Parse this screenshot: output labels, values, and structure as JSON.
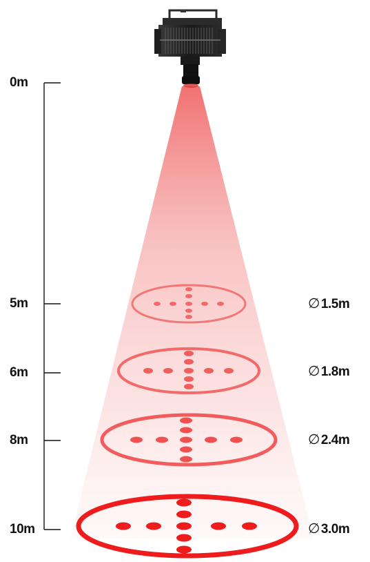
{
  "diagram": {
    "distance_labels": [
      "0m",
      "5m",
      "6m",
      "8m",
      "10m"
    ],
    "diameter_symbol": "∅",
    "spots": [
      {
        "distance": "5m",
        "diameter": "1.5m"
      },
      {
        "distance": "6m",
        "diameter": "1.8m"
      },
      {
        "distance": "8m",
        "diameter": "2.4m"
      },
      {
        "distance": "10m",
        "diameter": "3.0m"
      }
    ],
    "colors": {
      "beam": "#f05a5a",
      "spot": "#f04848",
      "spot_far": "#ee1c1c",
      "scale_line": "#111111",
      "fixture": "#1c1c1c"
    }
  }
}
